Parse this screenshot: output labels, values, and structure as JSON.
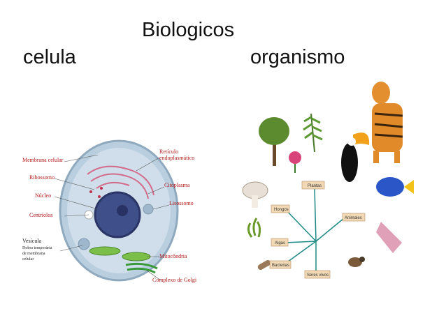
{
  "slide": {
    "title": "Biologicos",
    "left_heading": "celula",
    "right_heading": "organismo"
  },
  "cell_diagram": {
    "labels": {
      "membrana": "Membrana celular",
      "reticulo1": "Retículo",
      "reticulo2": "endoplasmático",
      "ribossomo": "Ribossomo",
      "citoplasma": "Citoplasma",
      "nucleo": "Núcleo",
      "lisossomo": "Lisossomo",
      "centriolos": "Centríolos",
      "vesicula1": "Vesícula",
      "vesicula2": "Dobra temporária",
      "vesicula3": "de membrana",
      "vesicula4": "celular",
      "mitocondria": "Mitocôndria",
      "golgi": "Complexo de Golgi"
    }
  },
  "organism_diagram": {
    "tags": {
      "plantas": "Plantas",
      "hongos": "Hongos",
      "animales": "Animales",
      "algas": "Algas",
      "bacterias": "Bacterias",
      "seres_vivos": "Seres vivos"
    }
  }
}
